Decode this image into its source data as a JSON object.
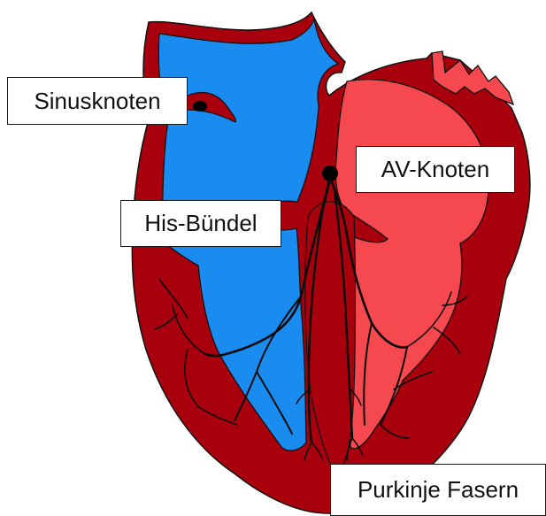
{
  "labels": {
    "sinusknoten": "Sinusknoten",
    "av_knoten": "AV-Knoten",
    "his_buendel": "His-Bündel",
    "purkinje_fasern": "Purkinje Fasern"
  },
  "colors": {
    "muscle": "#a8000c",
    "right_side_blood": "#1a8cf0",
    "left_side_blood": "#f5484f",
    "outline": "#111111",
    "conduction_fibers": "#0b0b0b"
  }
}
